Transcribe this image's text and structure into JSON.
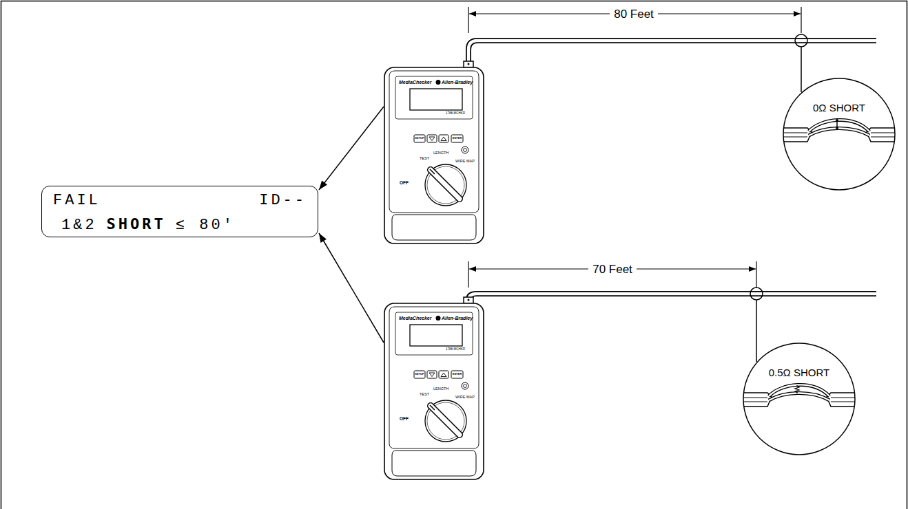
{
  "diagram": {
    "nodes": [
      {
        "text": [
          "FAIL",
          "ID--",
          "1&2",
          "SHORT",
          "≤ 80'"
        ]
      },
      {
        "text": [
          "MediaChecker",
          "Allen-Bradley",
          "1788-MCHKR",
          "SETUP",
          "ENTER",
          "TEST",
          "LENGTH",
          "WIRE MAP",
          "OFF"
        ]
      },
      {
        "text": [
          "MediaChecker",
          "Allen-Bradley",
          "1788-MCHKR",
          "SETUP",
          "ENTER",
          "TEST",
          "LENGTH",
          "WIRE MAP",
          "OFF"
        ]
      },
      {
        "text": [
          "0Ω SHORT"
        ]
      },
      {
        "text": [
          "0.5Ω SHORT"
        ]
      }
    ],
    "edges": [
      {
        "from": 1,
        "to": 0,
        "arrow": "to"
      },
      {
        "from": 2,
        "to": 0,
        "arrow": "to"
      }
    ],
    "labels": [
      "80 Feet",
      "70 Feet"
    ]
  }
}
